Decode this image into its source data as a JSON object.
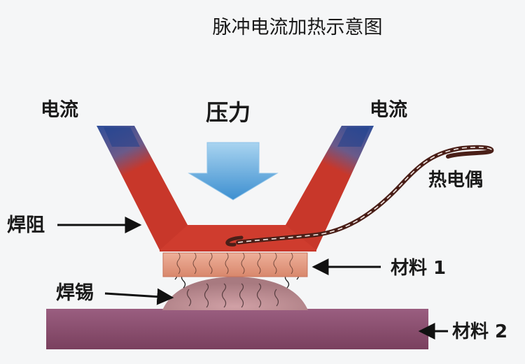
{
  "title": "脉冲电流加热示意图",
  "labels": {
    "current_left": "电流",
    "current_right": "电流",
    "pressure": "压力",
    "thermocouple": "热电偶",
    "thermode": "焊阻",
    "solder": "焊锡",
    "material1": "材料 1",
    "material2": "材料 2"
  },
  "colors": {
    "thermode_red": "#c8372a",
    "thermode_blue": "#2f4f9a",
    "pressure_arrow": "#3d8fd0",
    "material1": "#e29a80",
    "material2": "#8a4d6e",
    "solder": "#b9888f"
  }
}
